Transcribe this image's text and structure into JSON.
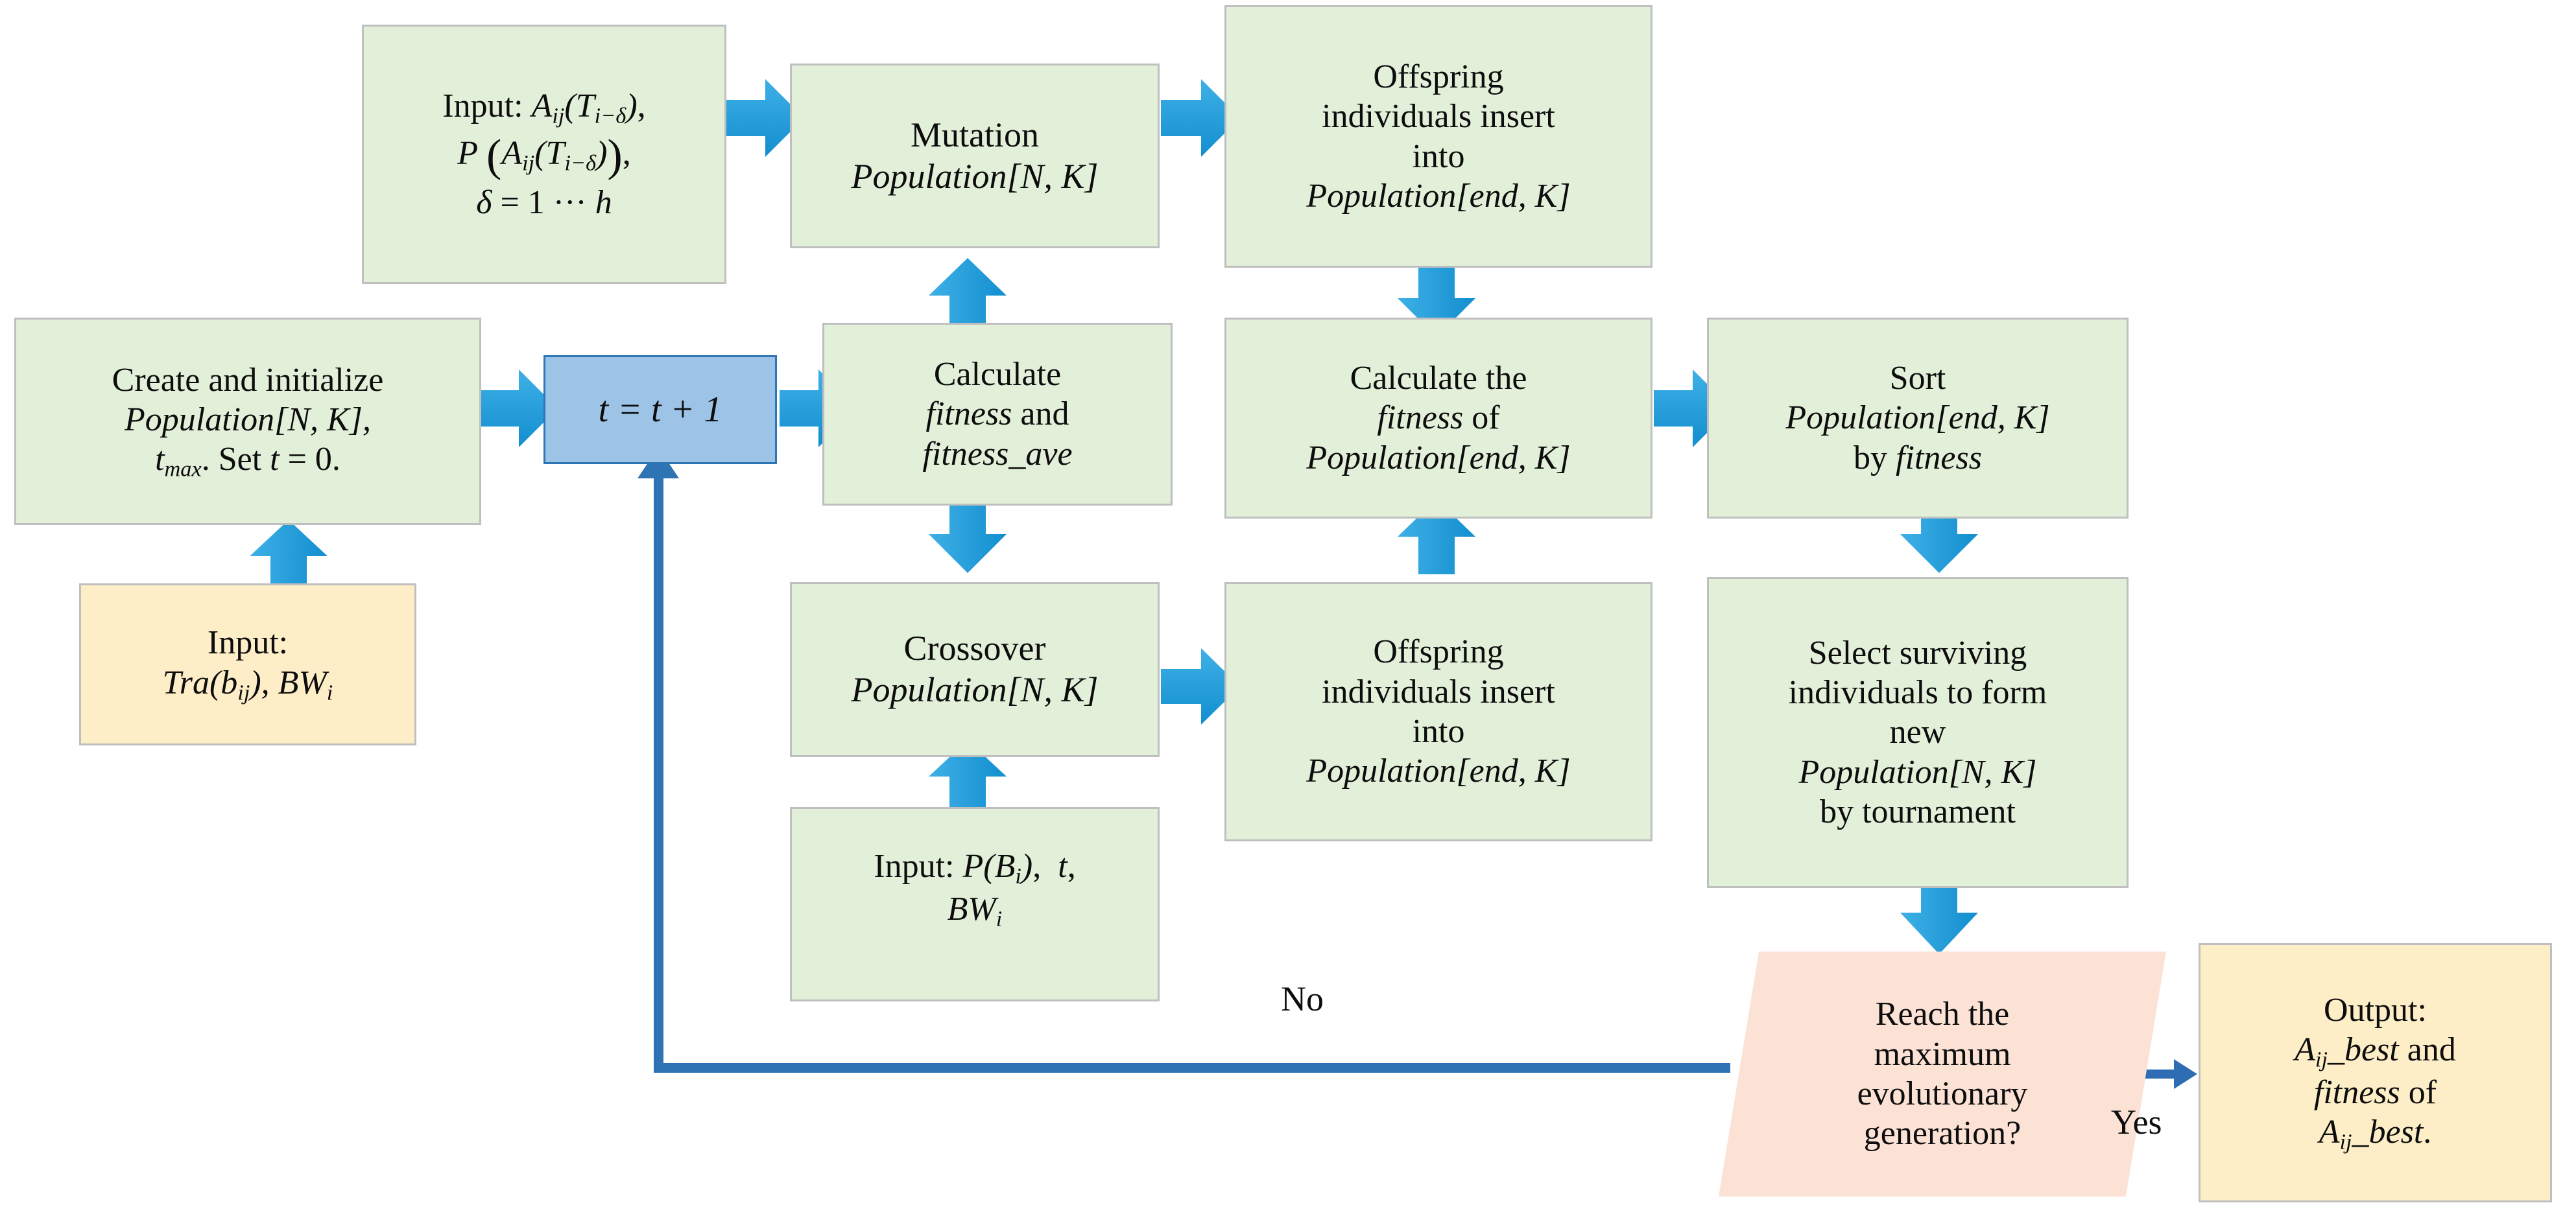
{
  "diagram": {
    "title": "Genetic algorithm evolutionary flowchart",
    "colors": {
      "process_fill": "#e2efd9",
      "io_fill": "#fdeec8",
      "counter_fill": "#9dc3e6",
      "counter_border": "#2e75b6",
      "decision_fill": "#fbe2d5",
      "arrow_blue": "#1e9bdb",
      "line_blue": "#2e74b5",
      "box_border": "#bfbfbf"
    }
  },
  "nodes": {
    "input_mutation": {
      "line1_pre": "Input: ",
      "line1_math": "A",
      "line1_sub": "ij",
      "line1_rest": "(T",
      "line1_sub2": "i−δ",
      "line1_end": "),",
      "line2": "P (A_ij(T_i−δ)),",
      "line3": "δ = 1 ⋯ h",
      "full_text": "Input: A_ij(T_i−δ), P(A_ij(T_i−δ)), δ = 1⋯h"
    },
    "mutation": {
      "line1": "Mutation",
      "line2": "Population[N, K]"
    },
    "offspring_top": {
      "line1": "Offspring",
      "line2": "individuals insert",
      "line3": "into",
      "line4": "Population[end, K]"
    },
    "create_init": {
      "line1": "Create and initialize",
      "line2": "Population[N, K],",
      "line3_a": "t",
      "line3_sub": "max",
      "line3_b": ". Set t = 0."
    },
    "counter": {
      "text": "t = t + 1"
    },
    "calc_fitness": {
      "line1": "Calculate",
      "line2": "fitness and",
      "line3": "fitness_ave"
    },
    "calc_fitness_end": {
      "line1": "Calculate the",
      "line2": "fitness of",
      "line3": "Population[end, K]"
    },
    "sort": {
      "line1": "Sort",
      "line2": "Population[end, K]",
      "line3": "by fitness"
    },
    "input_tra": {
      "line1": "Input:",
      "line2_a": "Tra(b",
      "line2_sub": "ij",
      "line2_b": "), BW",
      "line2_sub2": "i"
    },
    "crossover": {
      "line1": "Crossover",
      "line2": "Population[N, K]"
    },
    "offspring_bottom": {
      "line1": "Offspring",
      "line2": "individuals insert",
      "line3": "into",
      "line4": "Population[end, K]"
    },
    "input_pb": {
      "line1_a": "Input: P(B",
      "line1_sub": "i",
      "line1_b": "),  t,",
      "line2_a": "BW",
      "line2_sub": "i"
    },
    "select_survivors": {
      "line1": "Select surviving",
      "line2": "individuals to form",
      "line3": "new",
      "line4": "Population[N, K]",
      "line5": "by tournament"
    },
    "decision": {
      "line1": "Reach the",
      "line2": "maximum",
      "line3": "evolutionary",
      "line4": "generation?"
    },
    "output": {
      "line1": "Output:",
      "line2_a": "A",
      "line2_sub": "ij",
      "line2_b": "_best and",
      "line3": "fitness of",
      "line4_a": "A",
      "line4_sub": "ij",
      "line4_b": "_best."
    }
  },
  "edge_labels": {
    "no": "No",
    "yes": "Yes"
  }
}
